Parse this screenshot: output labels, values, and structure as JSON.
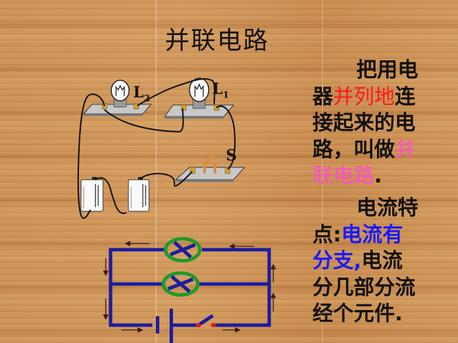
{
  "slide": {
    "title": "并联电路",
    "background": "wood-texture",
    "colors": {
      "wood": "#c98e52",
      "emphasis_red": "#ff1a1a",
      "emphasis_pink": "#ff4fd0",
      "emphasis_blue": "#1a1aff",
      "schematic_wire": "#1c1c9e",
      "lamp_ring": "#1e9a2a",
      "text": "#111111"
    }
  },
  "definition": {
    "line1": "把用电",
    "line2_prefix": "器",
    "line2_red": "并列地",
    "line2_suffix": "连",
    "line3": "接起来的电",
    "line4_prefix": "路，叫做",
    "line4_pink": "并",
    "line5_pink": "联电路",
    "line5_suffix": "."
  },
  "current_feature": {
    "line1": "电流特",
    "line2_prefix": "点:",
    "line2_blue": "电流有",
    "line3_blue": "分支,",
    "line3_suffix": "电流",
    "line4": "分几部分流",
    "line5": "经个元件."
  },
  "physical_diagram": {
    "labels": {
      "lamp1": "L",
      "lamp1_sub": "1",
      "lamp2": "L",
      "lamp2_sub": "2",
      "switch": "S"
    },
    "components": [
      "lamp-L2",
      "lamp-L1",
      "switch-S",
      "battery-1",
      "battery-2"
    ]
  },
  "schematic": {
    "components": [
      "lamp-top",
      "lamp-middle",
      "battery",
      "switch-open"
    ],
    "current_arrows": [
      "left-top",
      "left-top-right",
      "down-left-upper",
      "down-left-lower",
      "right-bottom",
      "right-bottom-right",
      "up-right-upper",
      "up-right-lower"
    ]
  }
}
